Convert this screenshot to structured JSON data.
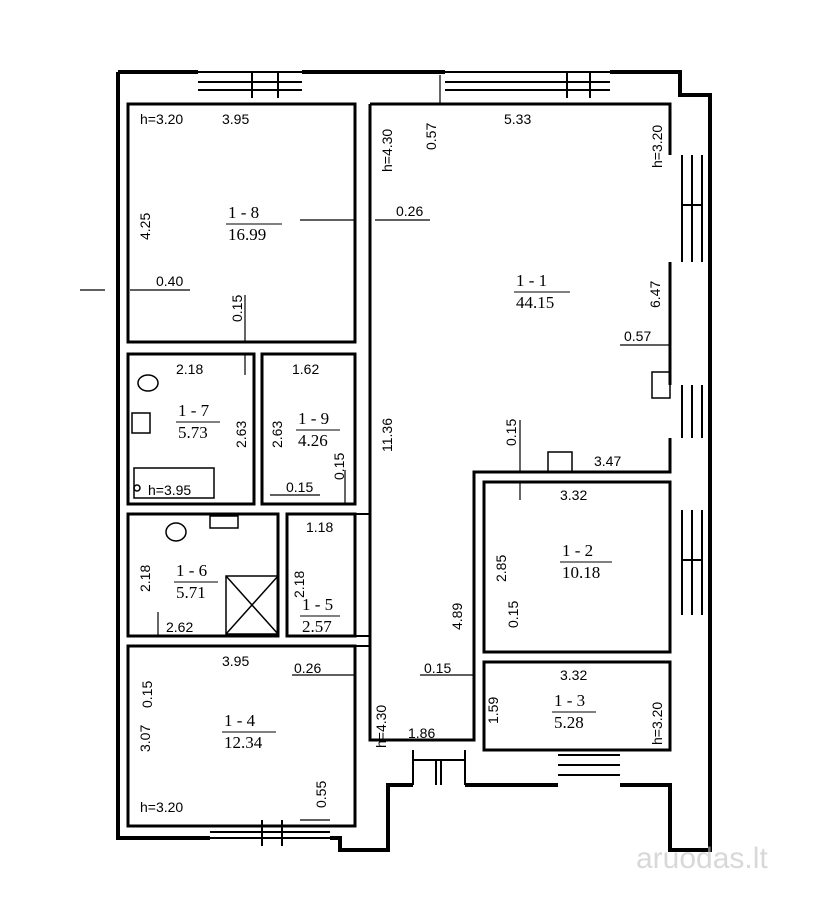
{
  "rooms": {
    "r1_8": {
      "id": "1 - 8",
      "area": "16.99"
    },
    "r1_1": {
      "id": "1 - 1",
      "area": "44.15"
    },
    "r1_7": {
      "id": "1 - 7",
      "area": "5.73"
    },
    "r1_9": {
      "id": "1 - 9",
      "area": "4.26"
    },
    "r1_6": {
      "id": "1 - 6",
      "area": "5.71"
    },
    "r1_5": {
      "id": "1 - 5",
      "area": "2.57"
    },
    "r1_2": {
      "id": "1 - 2",
      "area": "10.18"
    },
    "r1_3": {
      "id": "1 - 3",
      "area": "5.28"
    },
    "r1_4": {
      "id": "1 - 4",
      "area": "12.34"
    }
  },
  "heights": {
    "h8": "h=3.20",
    "h1_left": "h=4.30",
    "h1_right": "h=3.20",
    "h7": "h=3.95",
    "h_hall": "h=4.30",
    "h3": "h=3.20",
    "h4": "h=3.20"
  },
  "dims": {
    "d8_top": "3.95",
    "d8_side": "4.25",
    "d8_wall": "0.40",
    "d8_bottom": "0.15",
    "d1_057a": "0.57",
    "d1_top": "5.33",
    "d1_026": "0.26",
    "d1_side": "6.47",
    "d1_057b": "0.57",
    "d1_015": "0.15",
    "d1_347": "3.47",
    "d7_top": "2.18",
    "d7_side": "2.63",
    "d9_top": "1.62",
    "d9_side": "2.63",
    "d9_015a": "0.15",
    "d9_015b": "0.15",
    "d_hall": "11.36",
    "d5_top": "1.18",
    "d5_side": "2.18",
    "d6_side": "2.18",
    "d6_bottom": "2.62",
    "d2_top": "3.32",
    "d2_side": "2.85",
    "d2_015": "0.15",
    "d_489": "4.89",
    "d_015c": "0.15",
    "d3_top": "3.32",
    "d3_side": "1.59",
    "d4_top": "3.95",
    "d4_026": "0.26",
    "d4_015": "0.15",
    "d4_side": "3.07",
    "d4_055": "0.55",
    "d_186": "1.86"
  },
  "watermark": "aruodas.lt"
}
